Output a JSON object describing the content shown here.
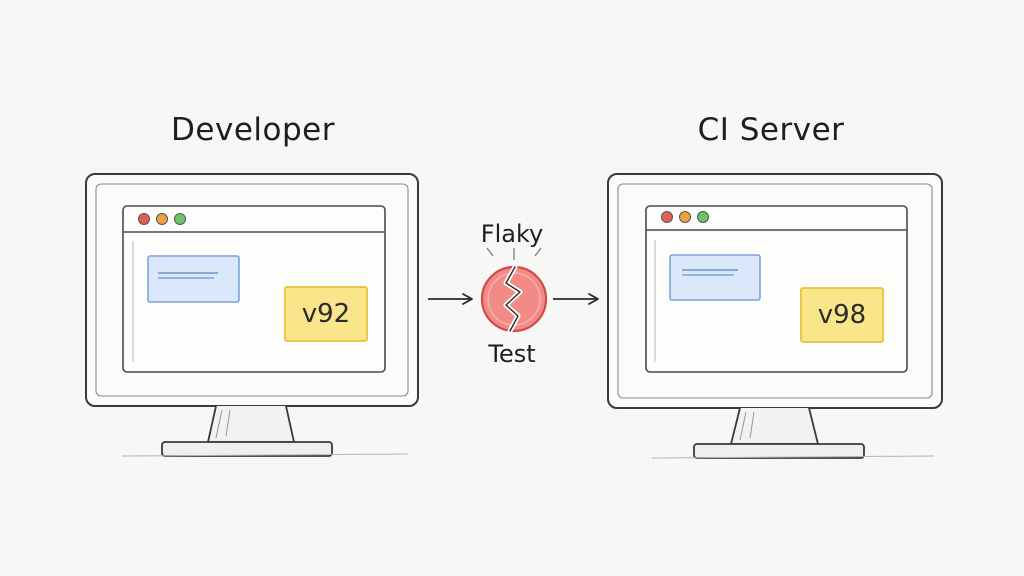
{
  "machines": {
    "developer": {
      "title": "Developer",
      "version": "v92"
    },
    "ci": {
      "title": "CI Server",
      "version": "v98"
    }
  },
  "flaky_test": {
    "top_label": "Flaky",
    "bottom_label": "Test"
  },
  "colors": {
    "background": "#f7f7f5",
    "ink": "#2a2a2a",
    "version_note_fill": "#fbe58a",
    "version_note_border": "#e6c23a",
    "panel_fill": "#dbe8fb",
    "panel_border": "#7aa4dc",
    "flaky_fill": "#f28b86",
    "flaky_border": "#d24a44",
    "dot_red": "#e0605a",
    "dot_orange": "#f0a040",
    "dot_green": "#6cc46a"
  },
  "icons": [
    "monitor-icon",
    "broken-circle-icon",
    "arrow-right-icon",
    "window-dot-icon"
  ]
}
